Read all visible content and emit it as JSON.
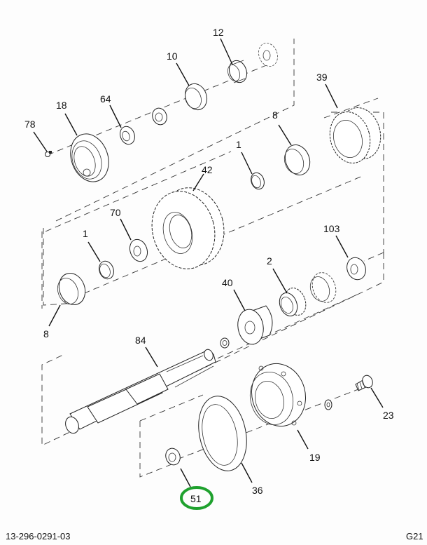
{
  "diagram": {
    "callouts": [
      {
        "id": "12",
        "label": "12"
      },
      {
        "id": "10",
        "label": "10"
      },
      {
        "id": "64",
        "label": "64"
      },
      {
        "id": "18",
        "label": "18"
      },
      {
        "id": "78",
        "label": "78"
      },
      {
        "id": "39",
        "label": "39"
      },
      {
        "id": "8a",
        "label": "8"
      },
      {
        "id": "1a",
        "label": "1"
      },
      {
        "id": "42",
        "label": "42"
      },
      {
        "id": "70",
        "label": "70"
      },
      {
        "id": "1b",
        "label": "1"
      },
      {
        "id": "103",
        "label": "103"
      },
      {
        "id": "2",
        "label": "2"
      },
      {
        "id": "40",
        "label": "40"
      },
      {
        "id": "8b",
        "label": "8"
      },
      {
        "id": "84",
        "label": "84"
      },
      {
        "id": "23",
        "label": "23"
      },
      {
        "id": "19",
        "label": "19"
      },
      {
        "id": "36",
        "label": "36"
      },
      {
        "id": "51",
        "label": "51"
      }
    ],
    "highlighted_callout": "51",
    "highlight_color": "#1fa12e",
    "footer_left": "13-296-0291-03",
    "footer_right": "G21"
  }
}
